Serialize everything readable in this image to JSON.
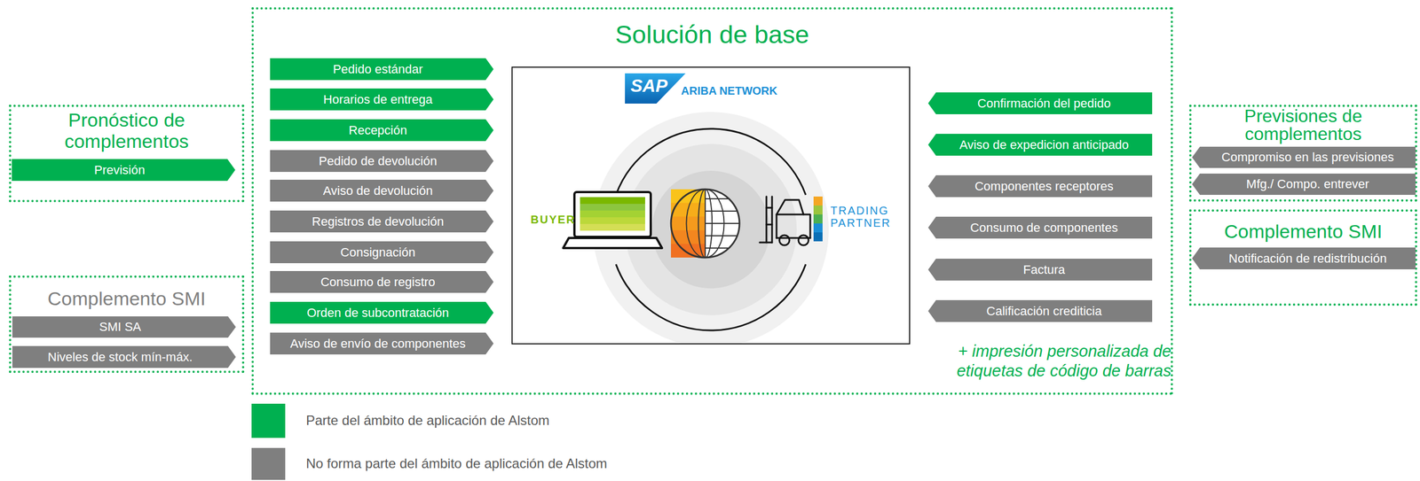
{
  "diagram": {
    "nodes": [
      {
        "text": [
          "Pronóstico de complementos"
        ]
      },
      {
        "text": [
          "Previsión"
        ],
        "in": 0
      },
      {
        "text": [
          "Complemento SMI"
        ]
      },
      {
        "text": [
          "SMI SA"
        ],
        "in": 2
      },
      {
        "text": [
          "Niveles de stock mín-máx."
        ],
        "in": 2
      },
      {
        "text": [
          "Solución de base"
        ]
      },
      {
        "text": [
          "Pedido estándar"
        ],
        "in": 5
      },
      {
        "text": [
          "Horarios de entrega"
        ],
        "in": 5
      },
      {
        "text": [
          "Recepción"
        ],
        "in": 5
      },
      {
        "text": [
          "Pedido de devolución"
        ],
        "in": 5
      },
      {
        "text": [
          "Aviso de devolución"
        ],
        "in": 5
      },
      {
        "text": [
          "Registros de devolución"
        ],
        "in": 5
      },
      {
        "text": [
          "Consignación"
        ],
        "in": 5
      },
      {
        "text": [
          "Consumo de registro"
        ],
        "in": 5
      },
      {
        "text": [
          "Orden de subcontratación"
        ],
        "in": 5
      },
      {
        "text": [
          "Aviso de envío de componentes"
        ],
        "in": 5
      },
      {
        "text": [
          "SAP",
          "ARIBA NETWORK",
          "BUYER",
          "TRADING PARTNER"
        ],
        "in": 5
      },
      {
        "text": [
          "Confirmación del pedido"
        ],
        "in": 5
      },
      {
        "text": [
          "Aviso de expedicion anticipado"
        ],
        "in": 5
      },
      {
        "text": [
          "Componentes receptores"
        ],
        "in": 5
      },
      {
        "text": [
          "Consumo de componentes"
        ],
        "in": 5
      },
      {
        "text": [
          "Factura"
        ],
        "in": 5
      },
      {
        "text": [
          "Calificación crediticia"
        ],
        "in": 5
      },
      {
        "text": [
          "Previsiones de complementos"
        ]
      },
      {
        "text": [
          "Compromiso en las previsiones"
        ],
        "in": 23
      },
      {
        "text": [
          "Mfg./ Compo. entrever"
        ],
        "in": 23
      },
      {
        "text": [
          "Complemento SMI"
        ]
      },
      {
        "text": [
          "Notificación de redistribución"
        ],
        "in": 26
      }
    ],
    "labels": [
      "+ impresión personalizada de etiquetas de código de barras"
    ],
    "legend": [
      {
        "text": "Parte del ámbito de aplicación de Alstom",
        "color": "#00b050"
      },
      {
        "text": "No forma parte del ámbito de aplicación de Alstom",
        "color": "#7f7f7f"
      }
    ]
  }
}
